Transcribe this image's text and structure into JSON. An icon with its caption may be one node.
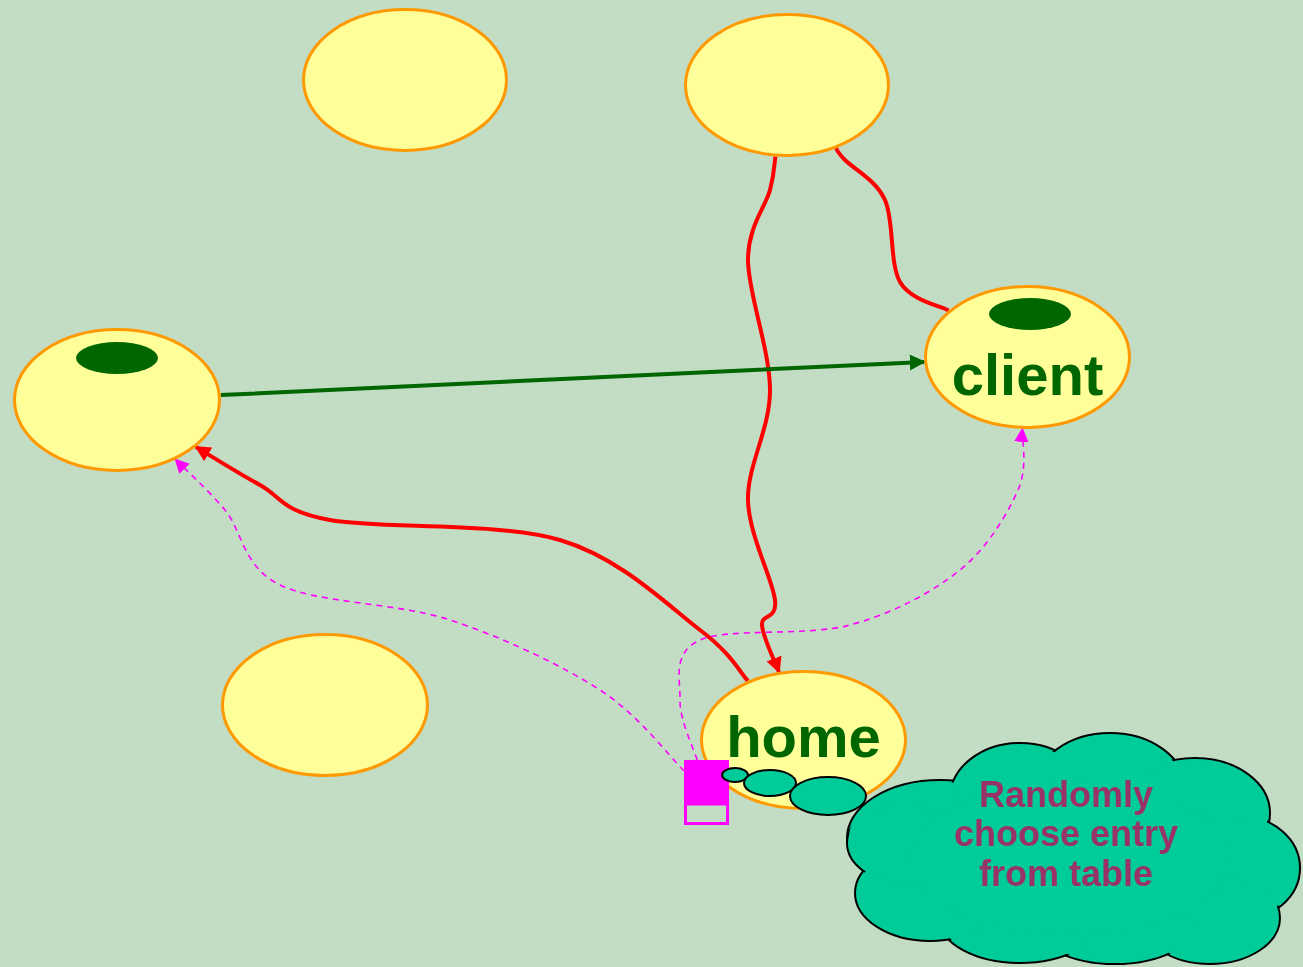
{
  "diagram": {
    "nodes": [
      {
        "text": [],
        "shape": "circle"
      },
      {
        "text": [],
        "shape": "circle"
      },
      {
        "text": [],
        "shape": "circle"
      },
      {
        "text": [
          "client"
        ]
      },
      {
        "text": [],
        "shape": "circle"
      },
      {
        "text": [
          "home"
        ]
      },
      {
        "text": [],
        "shape": "box"
      },
      {
        "text": [
          "Randomly choose entry from table"
        ]
      }
    ],
    "edges": [
      {
        "from": 3,
        "to": 1,
        "arrow": "none"
      },
      {
        "from": 1,
        "to": 5,
        "arrow": "to"
      },
      {
        "from": 5,
        "to": 2,
        "arrow": "to"
      },
      {
        "from": 2,
        "to": 3,
        "arrow": "to",
        "color": "#006600"
      },
      {
        "from": 6,
        "to": 2,
        "arrow": "to",
        "style": "dashed",
        "color": "#ff00ff"
      },
      {
        "from": 6,
        "to": 3,
        "arrow": "to",
        "style": "dashed",
        "color": "#ff00ff"
      }
    ]
  }
}
